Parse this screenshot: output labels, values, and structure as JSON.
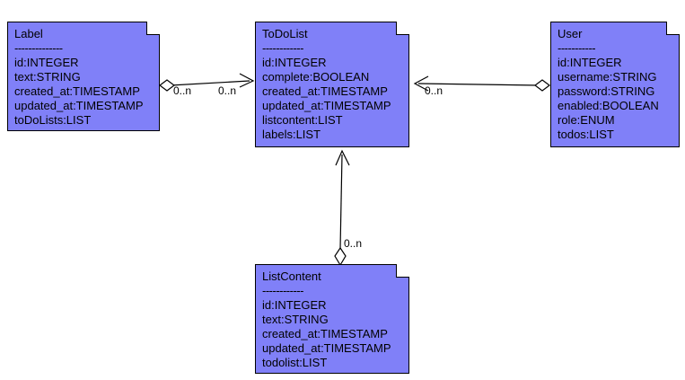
{
  "diagram": {
    "type": "uml-class-diagram",
    "background_color": "#ffffff",
    "box_fill_color": "#8080f8",
    "box_border_color": "#000000",
    "separator": "-------------",
    "classes": [
      {
        "id": "label",
        "name": "Label",
        "separator": "--------------",
        "attributes": [
          "id:INTEGER",
          "text:STRING",
          "created_at:TIMESTAMP",
          "updated_at:TIMESTAMP",
          "toDoLists:LIST"
        ]
      },
      {
        "id": "todolist",
        "name": "ToDoList",
        "separator": "------------",
        "attributes": [
          "id:INTEGER",
          "complete:BOOLEAN",
          "created_at:TIMESTAMP",
          "updated_at:TIMESTAMP",
          "listcontent:LIST",
          "labels:LIST"
        ]
      },
      {
        "id": "user",
        "name": "User",
        "separator": "-----------",
        "attributes": [
          "id:INTEGER",
          "username:STRING",
          "password:STRING",
          "enabled:BOOLEAN",
          "role:ENUM",
          "todos:LIST"
        ]
      },
      {
        "id": "listcontent",
        "name": "ListContent",
        "separator": "------------",
        "attributes": [
          "id:INTEGER",
          "text:STRING",
          "created_at:TIMESTAMP",
          "updated_at:TIMESTAMP",
          "todolist:LIST"
        ]
      }
    ],
    "relationships": [
      {
        "id": "label-todolist",
        "from": "Label",
        "to": "ToDoList",
        "kind": "aggregation",
        "source_multiplicity": "0..n",
        "target_multiplicity": "0..n"
      },
      {
        "id": "user-todolist",
        "from": "User",
        "to": "ToDoList",
        "kind": "aggregation",
        "target_multiplicity": "0..n"
      },
      {
        "id": "listcontent-todolist",
        "from": "ListContent",
        "to": "ToDoList",
        "kind": "aggregation",
        "source_multiplicity": "0..n"
      }
    ]
  }
}
